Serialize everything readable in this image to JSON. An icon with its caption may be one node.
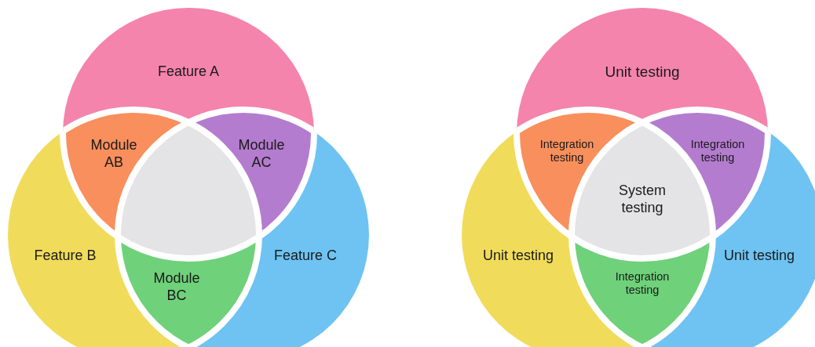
{
  "diagram": {
    "nodes": [
      {
        "text": [
          "Feature A"
        ]
      },
      {
        "text": [
          "Module AB"
        ]
      },
      {
        "text": [
          "Module AC"
        ]
      },
      {
        "text": [],
        "shape": "triangle"
      },
      {
        "text": [
          "Feature B"
        ]
      },
      {
        "text": [
          "Module BC"
        ]
      },
      {
        "text": [
          "Feature C"
        ]
      },
      {
        "text": [
          "Unit testing"
        ]
      },
      {
        "text": [
          "Integration testing"
        ]
      },
      {
        "text": [
          "Integration testing"
        ]
      },
      {
        "text": [
          "System testing"
        ]
      },
      {
        "text": [
          "Unit testing"
        ]
      },
      {
        "text": [
          "Integration testing"
        ]
      },
      {
        "text": [
          "Unit testing"
        ]
      }
    ]
  }
}
